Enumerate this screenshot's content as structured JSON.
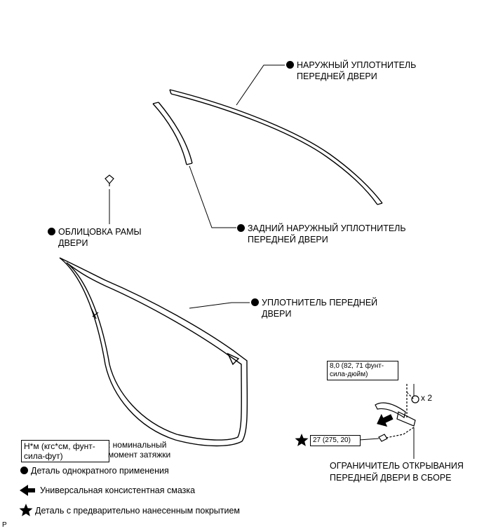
{
  "labels": {
    "outer_seal": [
      "НАРУЖНЫЙ УПЛОТНИТЕЛЬ",
      "ПЕРЕДНЕЙ ДВЕРИ"
    ],
    "rear_outer_seal": [
      "ЗАДНИЙ НАРУЖНЫЙ УПЛОТНИТЕЛЬ",
      "ПЕРЕДНЕЙ ДВЕРИ"
    ],
    "frame_trim": [
      "ОБЛИЦОВКА РАМЫ",
      "ДВЕРИ"
    ],
    "door_seal": [
      "УПЛОТНИТЕЛЬ ПЕРЕДНЕЙ",
      "ДВЕРИ"
    ],
    "door_check": [
      "ОГРАНИЧИТЕЛЬ ОТКРЫВАНИЯ",
      "ПЕРЕДНЕЙ ДВЕРИ В СБОРЕ"
    ]
  },
  "torque": {
    "upper": [
      "8,0 (82, 71 фунт-",
      "сила-дюйм)"
    ],
    "multiplier": "x 2",
    "lower": "27 (275, 20)"
  },
  "legend": {
    "torque_box": [
      "Н*м (кгс*см, фунт-",
      "сила-фут)"
    ],
    "torque_desc": [
      ": номинальный",
      "момент затяжки"
    ],
    "non_reusable": "Деталь однократного применения",
    "grease": "Универсальная консистентная смазка",
    "precoated": "Деталь с предварительно нанесенным покрытием"
  },
  "corner_mark": "P",
  "icons": [
    "filled-circle-icon",
    "arrow-icon",
    "star-icon"
  ]
}
